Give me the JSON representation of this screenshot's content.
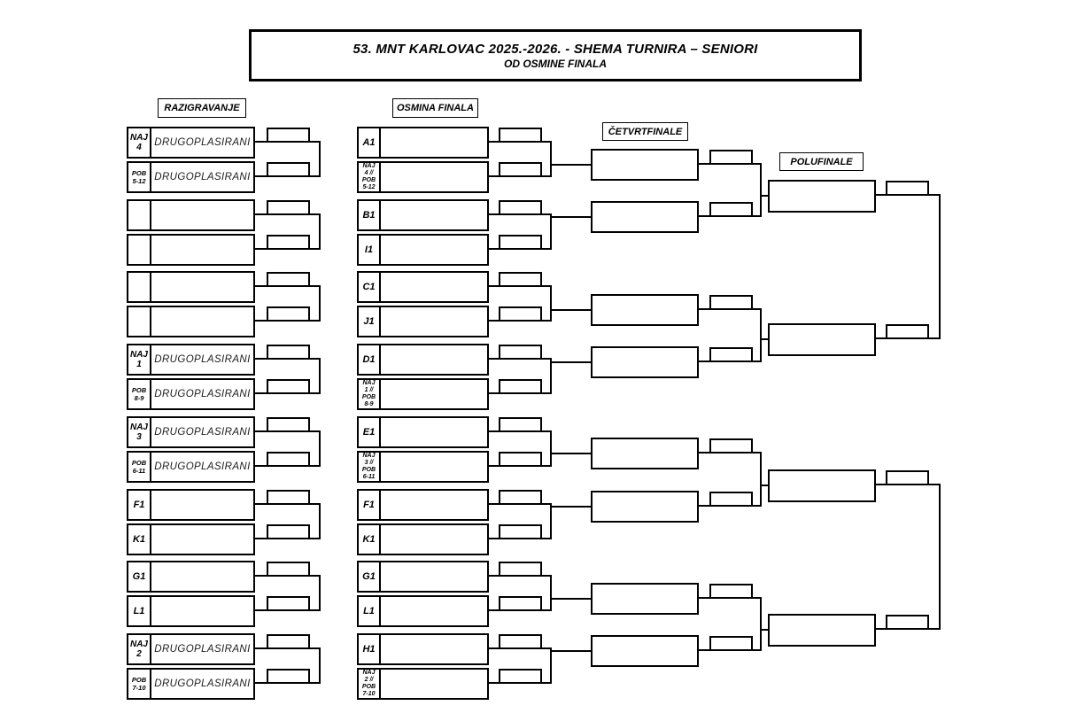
{
  "page": {
    "title_line1": "53. MNT KARLOVAC 2025.-2026. - SHEMA TURNIRA – SENIORI",
    "title_line2": "OD OSMINE FINALA"
  },
  "rounds": {
    "razigravanje": {
      "header": "RAZIGRAVANJE"
    },
    "osmina": {
      "header": "OSMINA FINALA"
    },
    "cetvrtfinale": {
      "header": "ČETVRTFINALE"
    },
    "polufinale": {
      "header": "POLUFINALE"
    }
  },
  "razigravanje_entries": [
    {
      "label": [
        "NAJ",
        "4"
      ],
      "name": "DRUGOPLASIRANI"
    },
    {
      "label": [
        "POB",
        "5-12"
      ],
      "name": "DRUGOPLASIRANI"
    },
    {
      "label": [],
      "name": ""
    },
    {
      "label": [],
      "name": ""
    },
    {
      "label": [],
      "name": ""
    },
    {
      "label": [],
      "name": ""
    },
    {
      "label": [
        "NAJ",
        "1"
      ],
      "name": "DRUGOPLASIRANI"
    },
    {
      "label": [
        "POB",
        "8-9"
      ],
      "name": "DRUGOPLASIRANI"
    },
    {
      "label": [
        "NAJ",
        "3"
      ],
      "name": "DRUGOPLASIRANI"
    },
    {
      "label": [
        "POB",
        "6-11"
      ],
      "name": "DRUGOPLASIRANI"
    },
    {
      "label": [
        "F1"
      ],
      "name": ""
    },
    {
      "label": [
        "K1"
      ],
      "name": ""
    },
    {
      "label": [
        "G1"
      ],
      "name": ""
    },
    {
      "label": [
        "L1"
      ],
      "name": ""
    },
    {
      "label": [
        "NAJ",
        "2"
      ],
      "name": "DRUGOPLASIRANI"
    },
    {
      "label": [
        "POB",
        "7-10"
      ],
      "name": "DRUGOPLASIRANI"
    }
  ],
  "osmina_entries": [
    {
      "label": [
        "A1"
      ],
      "name": ""
    },
    {
      "label": [
        "NAJ",
        "4 //",
        "POB",
        "5-12"
      ],
      "name": ""
    },
    {
      "label": [
        "B1"
      ],
      "name": ""
    },
    {
      "label": [
        "I1"
      ],
      "name": ""
    },
    {
      "label": [
        "C1"
      ],
      "name": ""
    },
    {
      "label": [
        "J1"
      ],
      "name": ""
    },
    {
      "label": [
        "D1"
      ],
      "name": ""
    },
    {
      "label": [
        "NAJ",
        "1 //",
        "POB",
        "8-9"
      ],
      "name": ""
    },
    {
      "label": [
        "E1"
      ],
      "name": ""
    },
    {
      "label": [
        "NAJ",
        "3 //",
        "POB",
        "6-11"
      ],
      "name": ""
    },
    {
      "label": [
        "F1"
      ],
      "name": ""
    },
    {
      "label": [
        "K1"
      ],
      "name": ""
    },
    {
      "label": [
        "G1"
      ],
      "name": ""
    },
    {
      "label": [
        "L1"
      ],
      "name": ""
    },
    {
      "label": [
        "H1"
      ],
      "name": ""
    },
    {
      "label": [
        "NAJ",
        "2 //",
        "POB",
        "7-10"
      ],
      "name": ""
    }
  ],
  "colors": {
    "ink": "#000000",
    "paper": "#ffffff"
  }
}
